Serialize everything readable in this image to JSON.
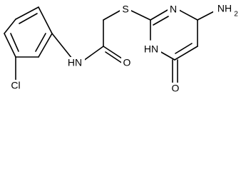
{
  "molecule": {
    "atoms": {
      "s": "S",
      "n_top": "N",
      "nh2": "NH",
      "nh2_sub": "2",
      "nh_ring": "HN",
      "o_ring": "O",
      "nh_amide": "HN",
      "o_amide": "O",
      "cl": "Cl"
    }
  }
}
